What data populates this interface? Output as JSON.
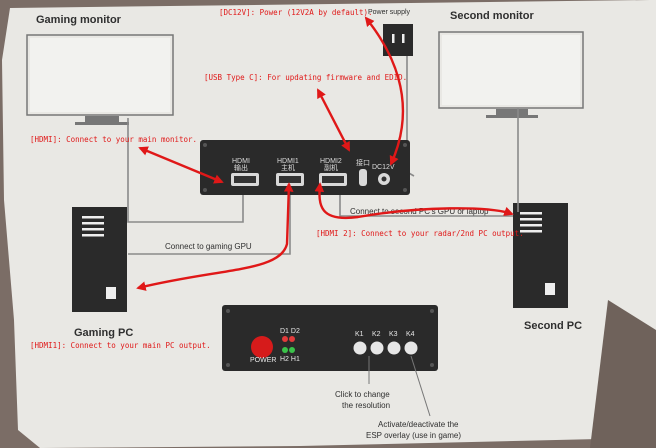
{
  "diagram": {
    "devices": {
      "gaming_monitor": "Gaming monitor",
      "second_monitor": "Second monitor",
      "power_supply": "Power supply",
      "gaming_pc": "Gaming PC",
      "second_pc": "Second PC"
    },
    "ports": {
      "hdmi_out": [
        "HDMI",
        "输出"
      ],
      "hdmi1": [
        "HDMI1",
        "主机"
      ],
      "hdmi2": [
        "HDMI2",
        "副机"
      ],
      "usb": "接口",
      "dc": "DC12V"
    },
    "connections": {
      "second_pc": "Connect to second PC's GPU or laptop",
      "gaming_gpu": "Connect to gaming GPU"
    },
    "annotations": {
      "dc12v": "[DC12V]: Power (12V2A by default).",
      "usb_c": "[USB Type C]: For updating firmware and EDID.",
      "hdmi": "[HDMI]: Connect to your main monitor.",
      "hdmi2": "[HDMI 2]: Connect to your radar/2nd PC output.",
      "hdmi1": "[HDMI1]: Connect to your main PC output."
    },
    "control_panel": {
      "power": "POWER",
      "led_top": "D1 D2",
      "led_bottom": "H2 H1",
      "keys": [
        "K1",
        "K2",
        "K3",
        "K4"
      ],
      "resolution_caption": [
        "Click to change",
        "the resolution"
      ],
      "overlay_caption": [
        "Activate/deactivate the",
        "ESP overlay (use in game)"
      ]
    },
    "colors": {
      "paper": "#e9e8e4",
      "device_body": "#2a2a2a",
      "annotation": "#e01818"
    }
  }
}
